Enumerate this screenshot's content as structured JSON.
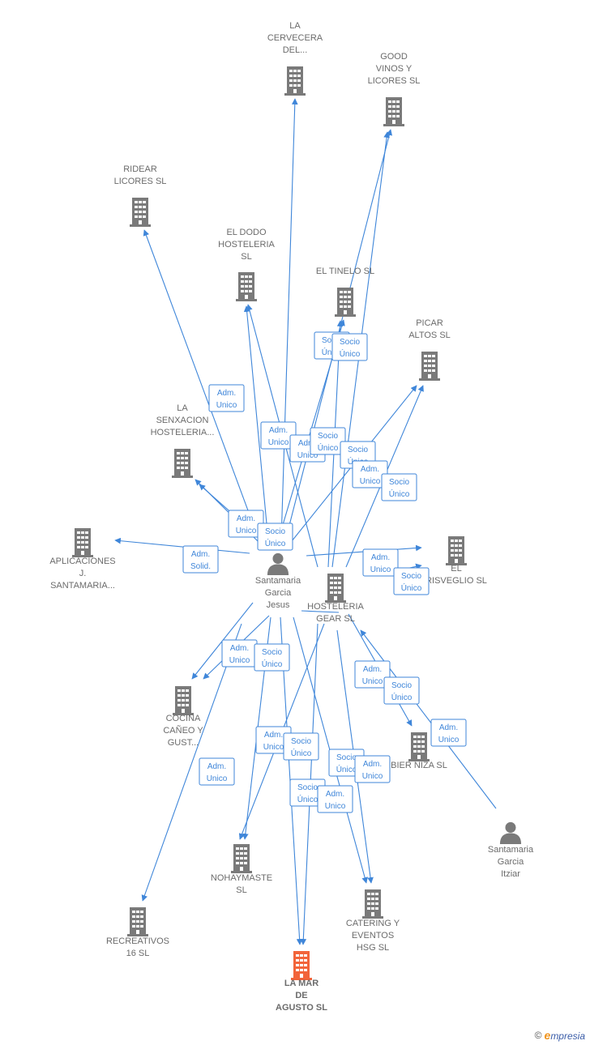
{
  "colors": {
    "edge": "#3f86d9",
    "building": "#7a7a7a",
    "building_focus": "#f2643a",
    "person": "#7a7a7a",
    "label": "#6b6b6b",
    "role_text": "#3f86d9"
  },
  "nodes": [
    {
      "id": "la_cervecera",
      "type": "building",
      "lines": [
        "LA",
        "CERVECERA",
        "DEL..."
      ]
    },
    {
      "id": "good_vinos",
      "type": "building",
      "lines": [
        "GOOD",
        "VINOS Y",
        "LICORES  SL"
      ]
    },
    {
      "id": "ridear",
      "type": "building",
      "lines": [
        "RIDEAR",
        "LICORES  SL"
      ]
    },
    {
      "id": "el_dodo",
      "type": "building",
      "lines": [
        "EL DODO",
        "HOSTELERIA",
        "SL"
      ]
    },
    {
      "id": "el_tinelo",
      "type": "building",
      "lines": [
        "EL TINELO  SL"
      ]
    },
    {
      "id": "picar_altos",
      "type": "building",
      "lines": [
        "PICAR",
        "ALTOS  SL"
      ]
    },
    {
      "id": "la_senxacion",
      "type": "building",
      "lines": [
        "LA",
        "SENXACION",
        "HOSTELERIA..."
      ]
    },
    {
      "id": "aplicaciones",
      "type": "building",
      "lines": [
        "APLICACIONES",
        "J.",
        "SANTAMARIA..."
      ]
    },
    {
      "id": "santamaria_jesus",
      "type": "person",
      "lines": [
        "Santamaria",
        "Garcia",
        "Jesus"
      ]
    },
    {
      "id": "hosteleria_gear",
      "type": "building",
      "lines": [
        "HOSTELERIA",
        "GEAR SL"
      ]
    },
    {
      "id": "el_risveglio",
      "type": "building",
      "lines": [
        "EL",
        "RISVEGLIO  SL"
      ]
    },
    {
      "id": "cocina_canyeo",
      "type": "building",
      "lines": [
        "COCINA",
        "CAÑEO Y",
        "GUST..."
      ]
    },
    {
      "id": "bier_niza",
      "type": "building",
      "lines": [
        "BIER NIZA  SL"
      ]
    },
    {
      "id": "santamaria_itziar",
      "type": "person",
      "lines": [
        "Santamaria",
        "Garcia",
        "Itziar"
      ]
    },
    {
      "id": "nohaymaste",
      "type": "building",
      "lines": [
        "NOHAYMASTE",
        "SL"
      ]
    },
    {
      "id": "recreativos",
      "type": "building",
      "lines": [
        "RECREATIVOS",
        "16  SL"
      ]
    },
    {
      "id": "catering",
      "type": "building",
      "lines": [
        "CATERING Y",
        "EVENTOS",
        "HSG  SL"
      ]
    },
    {
      "id": "la_mar",
      "type": "building",
      "focus": true,
      "lines": [
        "LA MAR",
        "DE",
        "AGUSTO  SL"
      ]
    }
  ],
  "roles": [
    {
      "id": "r1",
      "lines": [
        "Socio",
        "Único"
      ]
    },
    {
      "id": "r2",
      "lines": [
        "Adm.",
        "Unico"
      ]
    },
    {
      "id": "r3",
      "lines": [
        "Adm.",
        "Unico"
      ]
    },
    {
      "id": "r4",
      "lines": [
        "Adm.",
        "Unico"
      ]
    },
    {
      "id": "r5",
      "lines": [
        "Socio",
        "Único"
      ]
    },
    {
      "id": "r6",
      "lines": [
        "Socio",
        "Único"
      ]
    },
    {
      "id": "r7",
      "lines": [
        "Adm.",
        "Unico"
      ]
    },
    {
      "id": "r8",
      "lines": [
        "Socio",
        "Único"
      ]
    },
    {
      "id": "r9",
      "lines": [
        "Adm.",
        "Unico"
      ]
    },
    {
      "id": "r10",
      "lines": [
        "Socio",
        "Único"
      ]
    },
    {
      "id": "r11",
      "lines": [
        "Adm.",
        "Solid."
      ]
    },
    {
      "id": "r12",
      "lines": [
        "Adm.",
        "Unico"
      ]
    },
    {
      "id": "r13",
      "lines": [
        "Socio",
        "Único"
      ]
    },
    {
      "id": "r14",
      "lines": [
        "Adm.",
        "Unico"
      ]
    },
    {
      "id": "r15",
      "lines": [
        "Socio",
        "Único"
      ]
    },
    {
      "id": "r16",
      "lines": [
        "Adm.",
        "Unico"
      ]
    },
    {
      "id": "r17",
      "lines": [
        "Socio",
        "Único"
      ]
    },
    {
      "id": "r18",
      "lines": [
        "Adm.",
        "Unico"
      ]
    },
    {
      "id": "r19",
      "lines": [
        "Adm.",
        "Unico"
      ]
    },
    {
      "id": "r20",
      "lines": [
        "Socio",
        "Único"
      ]
    },
    {
      "id": "r21",
      "lines": [
        "Adm.",
        "Unico"
      ]
    },
    {
      "id": "r22",
      "lines": [
        "Socio",
        "Único"
      ]
    },
    {
      "id": "r23",
      "lines": [
        "Adm.",
        "Unico"
      ]
    },
    {
      "id": "r24",
      "lines": [
        "Socio",
        "Único"
      ]
    },
    {
      "id": "r25",
      "lines": [
        "Adm.",
        "Unico"
      ]
    },
    {
      "id": "r26",
      "lines": [
        "Socio",
        "Único"
      ]
    }
  ],
  "brand": {
    "copyright": "©",
    "name_first": "e",
    "name_rest": "mpresia"
  }
}
